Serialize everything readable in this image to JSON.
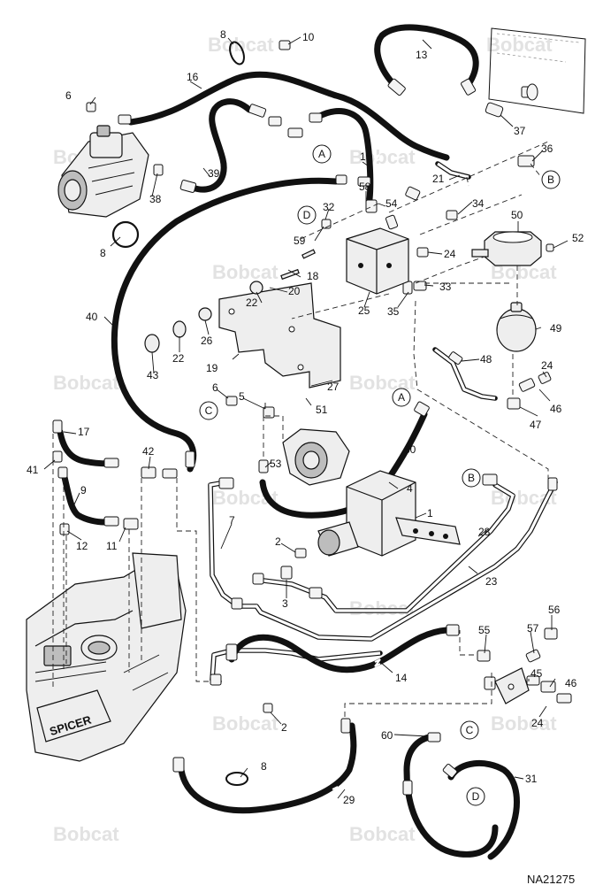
{
  "watermark": "Bobcat",
  "figure_id": "NA21275",
  "engine_badge": "SPICER",
  "callouts": [
    {
      "id": "c1",
      "label": "1"
    },
    {
      "id": "c2a",
      "label": "2"
    },
    {
      "id": "c2b",
      "label": "2"
    },
    {
      "id": "c3",
      "label": "3"
    },
    {
      "id": "c4",
      "label": "4"
    },
    {
      "id": "c5",
      "label": "5"
    },
    {
      "id": "c6a",
      "label": "6"
    },
    {
      "id": "c6b",
      "label": "6"
    },
    {
      "id": "c7",
      "label": "7"
    },
    {
      "id": "c8a",
      "label": "8"
    },
    {
      "id": "c8b",
      "label": "8"
    },
    {
      "id": "c8c",
      "label": "8"
    },
    {
      "id": "c9",
      "label": "9"
    },
    {
      "id": "c10",
      "label": "10"
    },
    {
      "id": "c11",
      "label": "11"
    },
    {
      "id": "c12",
      "label": "12"
    },
    {
      "id": "c13",
      "label": "13"
    },
    {
      "id": "c14",
      "label": "14"
    },
    {
      "id": "c15",
      "label": "15"
    },
    {
      "id": "c16",
      "label": "16"
    },
    {
      "id": "c17",
      "label": "17"
    },
    {
      "id": "c18",
      "label": "18"
    },
    {
      "id": "c19",
      "label": "19"
    },
    {
      "id": "c20",
      "label": "20"
    },
    {
      "id": "c21",
      "label": "21"
    },
    {
      "id": "c22a",
      "label": "22"
    },
    {
      "id": "c22b",
      "label": "22"
    },
    {
      "id": "c23",
      "label": "23"
    },
    {
      "id": "c24a",
      "label": "24"
    },
    {
      "id": "c24b",
      "label": "24"
    },
    {
      "id": "c24c",
      "label": "24"
    },
    {
      "id": "c25",
      "label": "25"
    },
    {
      "id": "c26",
      "label": "26"
    },
    {
      "id": "c27",
      "label": "27"
    },
    {
      "id": "c28",
      "label": "28"
    },
    {
      "id": "c29",
      "label": "29"
    },
    {
      "id": "c30",
      "label": "30"
    },
    {
      "id": "c31",
      "label": "31"
    },
    {
      "id": "c32",
      "label": "32"
    },
    {
      "id": "c33",
      "label": "33"
    },
    {
      "id": "c34",
      "label": "34"
    },
    {
      "id": "c35",
      "label": "35"
    },
    {
      "id": "c36",
      "label": "36"
    },
    {
      "id": "c37",
      "label": "37"
    },
    {
      "id": "c38",
      "label": "38"
    },
    {
      "id": "c39",
      "label": "39"
    },
    {
      "id": "c40",
      "label": "40"
    },
    {
      "id": "c41",
      "label": "41"
    },
    {
      "id": "c42",
      "label": "42"
    },
    {
      "id": "c43",
      "label": "43"
    },
    {
      "id": "c45",
      "label": "45"
    },
    {
      "id": "c46a",
      "label": "46"
    },
    {
      "id": "c46b",
      "label": "46"
    },
    {
      "id": "c47",
      "label": "47"
    },
    {
      "id": "c48",
      "label": "48"
    },
    {
      "id": "c49",
      "label": "49"
    },
    {
      "id": "c50",
      "label": "50"
    },
    {
      "id": "c51",
      "label": "51"
    },
    {
      "id": "c52",
      "label": "52"
    },
    {
      "id": "c53",
      "label": "53"
    },
    {
      "id": "c54",
      "label": "54"
    },
    {
      "id": "c55",
      "label": "55"
    },
    {
      "id": "c56",
      "label": "56"
    },
    {
      "id": "c57",
      "label": "57"
    },
    {
      "id": "c58",
      "label": "58"
    },
    {
      "id": "c59",
      "label": "59"
    },
    {
      "id": "c60",
      "label": "60"
    }
  ],
  "connectors": [
    {
      "id": "A1",
      "label": "A"
    },
    {
      "id": "A2",
      "label": "A"
    },
    {
      "id": "B1",
      "label": "B"
    },
    {
      "id": "B2",
      "label": "B"
    },
    {
      "id": "C1",
      "label": "C"
    },
    {
      "id": "C2",
      "label": "C"
    },
    {
      "id": "D1",
      "label": "D"
    },
    {
      "id": "D2",
      "label": "D"
    }
  ]
}
